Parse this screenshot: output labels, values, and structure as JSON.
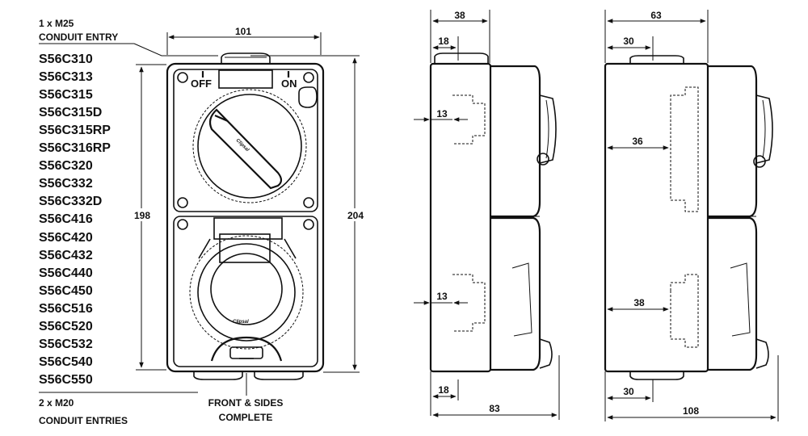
{
  "labels": {
    "top_entry_qty": "1 x M25",
    "top_entry_desc": "CONDUIT ENTRY",
    "bottom_entry_qty": "2 x M20",
    "bottom_entry_desc": "CONDUIT ENTRIES",
    "complete_line1": "FRONT & SIDES",
    "complete_line2": "COMPLETE"
  },
  "models": [
    "S56C310",
    "S56C313",
    "S56C315",
    "S56C315D",
    "S56C315RP",
    "S56C316RP",
    "S56C320",
    "S56C332",
    "S56C332D",
    "S56C416",
    "S56C420",
    "S56C432",
    "S56C440",
    "S56C450",
    "S56C516",
    "S56C520",
    "S56C532",
    "S56C540",
    "S56C550"
  ],
  "front_view": {
    "width_dim": "101",
    "inner_height_dim": "198",
    "overall_height_dim": "204",
    "switch_off": "OFF",
    "switch_on": "ON",
    "brand": "Clipsal"
  },
  "side_view_1": {
    "top_depth_dim": "38",
    "top_entry_offset_dim": "18",
    "upper_wall_dim": "13",
    "lower_wall_dim": "13",
    "bottom_entry_offset_dim": "18",
    "overall_depth_dim": "83"
  },
  "side_view_2": {
    "top_depth_dim": "63",
    "top_entry_offset_dim": "30",
    "upper_depth_dim": "36",
    "lower_depth_dim": "38",
    "bottom_entry_offset_dim": "30",
    "overall_depth_dim": "108"
  }
}
